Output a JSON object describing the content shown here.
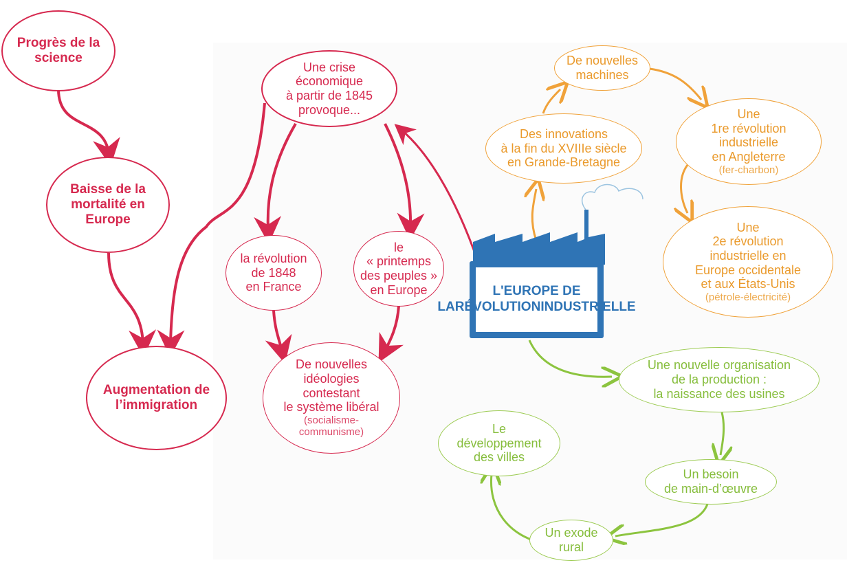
{
  "colors": {
    "red": "#d6294f",
    "orange": "#f0a23a",
    "green": "#8cc43f",
    "blue": "#2f74b5"
  },
  "left": {
    "science": [
      "Progrès de la",
      "science"
    ],
    "mortality": [
      "Baisse de la",
      "mortalité en",
      "Europe"
    ],
    "immigration": [
      "Augmentation de",
      "l’immigration"
    ]
  },
  "red": {
    "crisis": [
      "Une crise",
      "économique",
      "à partir de 1845",
      "provoque..."
    ],
    "rev1848": [
      "la révolution",
      "de 1848",
      "en France"
    ],
    "printemps": [
      "le",
      "« printemps",
      "des peuples »",
      "en Europe"
    ],
    "ideologies": [
      "De nouvelles",
      "idéologies",
      "contestant",
      "le système libéral"
    ],
    "ideologies_sub": [
      "(socialisme-",
      "communisme)"
    ]
  },
  "center": {
    "title": [
      "L'EUROPE DE LA",
      "RÉVOLUTION",
      "INDUSTRIELLE"
    ]
  },
  "orange": {
    "innovations": [
      "Des innovations",
      "à la fin du XVIIIe siècle",
      "en Grande-Bretagne"
    ],
    "machines": [
      "De nouvelles",
      "machines"
    ],
    "rev1": [
      "Une",
      "1re révolution",
      "industrielle",
      "en Angleterre"
    ],
    "rev1_sub": "(fer-charbon)",
    "rev2": [
      "Une",
      "2e révolution",
      "industrielle en",
      "Europe occidentale",
      "et aux États-Unis"
    ],
    "rev2_sub": "(pétrole-électricité)"
  },
  "green": {
    "organisation": [
      "Une nouvelle organisation",
      "de la production :",
      "la naissance des usines"
    ],
    "workforce": [
      "Un besoin",
      "de main-d’œuvre"
    ],
    "exodus": [
      "Un exode",
      "rural"
    ],
    "cities": [
      "Le",
      "développement",
      "des villes"
    ]
  }
}
